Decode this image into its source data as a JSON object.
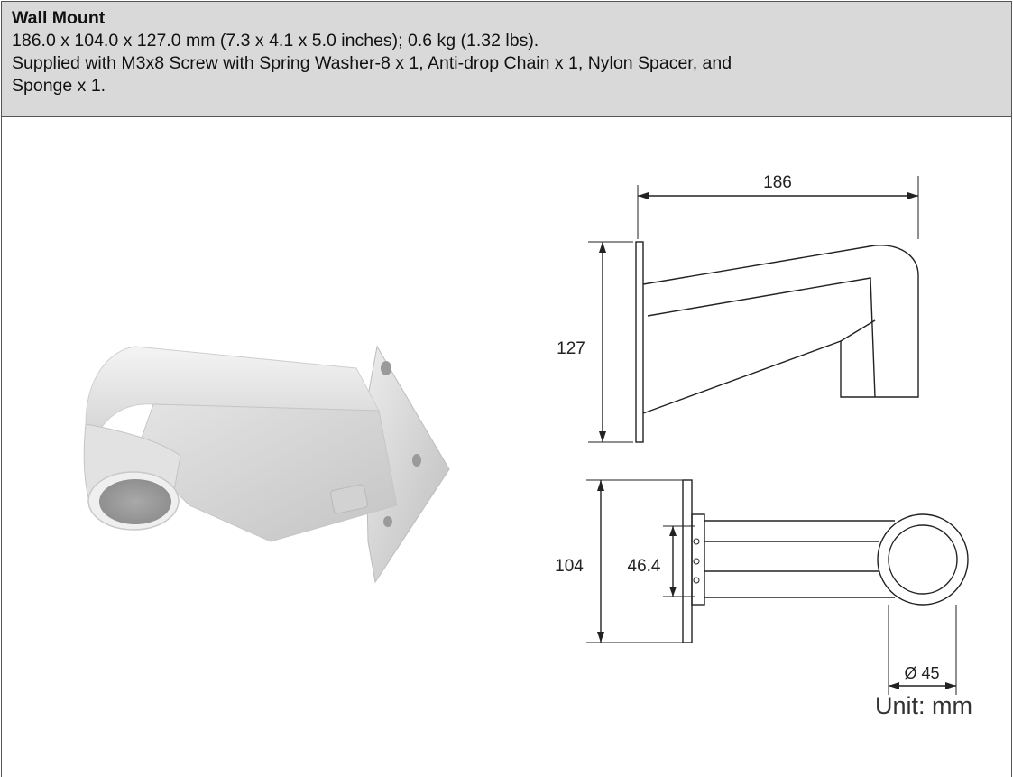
{
  "header": {
    "title": "Wall Mount",
    "dimensions": "186.0 x 104.0 x 127.0 mm (7.3 x 4.1 x 5.0 inches); 0.6 kg (1.32 lbs).",
    "supplied_line1": "Supplied with M3x8 Screw with Spring Washer-8 x 1, Anti-drop Chain x 1, Nylon Spacer, and",
    "supplied_line2": "Sponge x 1."
  },
  "drawing": {
    "width_label": "186",
    "height_label": "127",
    "depth_label": "104",
    "inner_label": "46.4",
    "diameter_label": "Ø 45",
    "unit_label": "Unit: mm"
  }
}
